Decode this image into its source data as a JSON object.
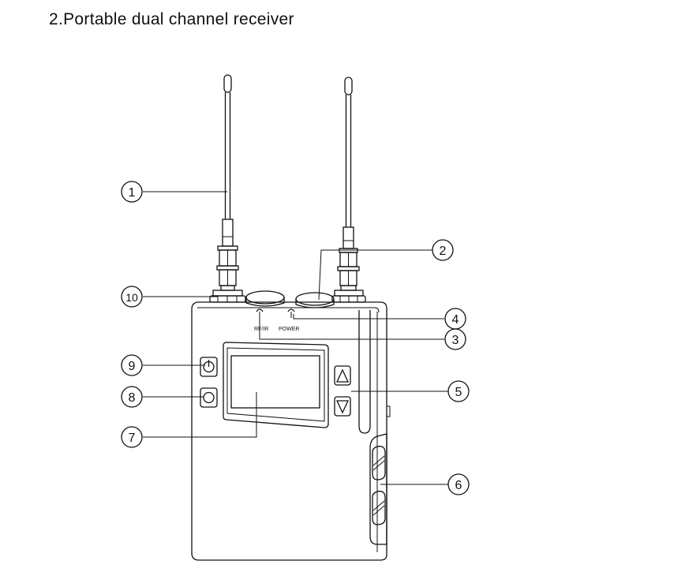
{
  "title": "2.Portable dual channel receiver",
  "device_labels": {
    "rf_ir": "RF/IR",
    "power": "POWER"
  },
  "callouts": [
    "1",
    "2",
    "3",
    "4",
    "5",
    "6",
    "7",
    "8",
    "9",
    "10"
  ]
}
